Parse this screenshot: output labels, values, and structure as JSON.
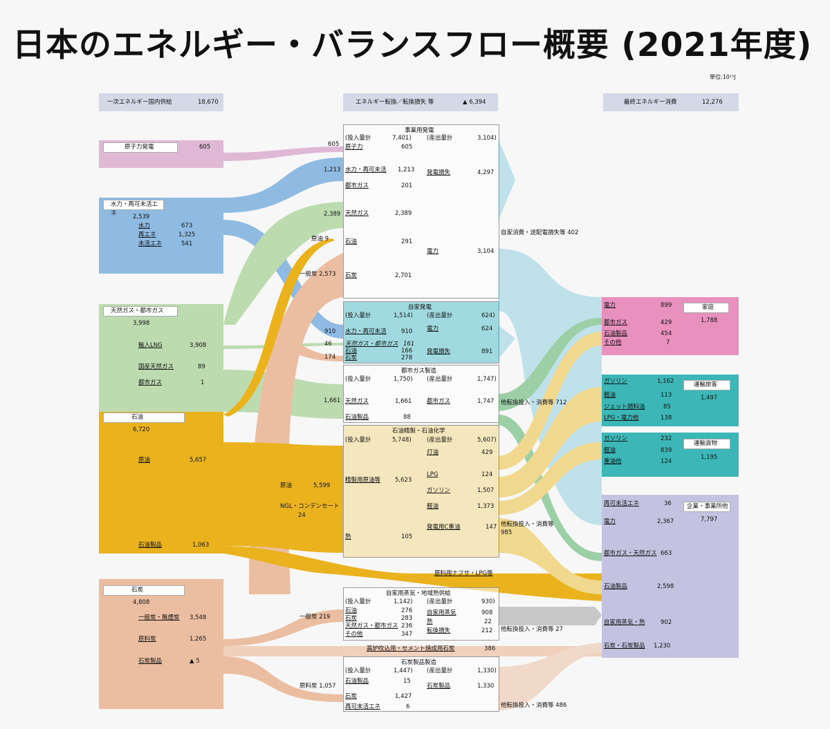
{
  "title": "日本のエネルギー・バランスフロー概要 (2021年度)",
  "unit": "単位:10¹⁵J",
  "colors": {
    "nuclear": "#dfb8d5",
    "hydro": "#8fbbe3",
    "gas": "#bcdcb0",
    "oil": "#eab31e",
    "coal": "#ecbea1",
    "elec": "#bfe1ea",
    "steam": "#c8c8c8"
  },
  "headers": {
    "supply": {
      "label": "一次エネルギー国内供給",
      "value": "18,670"
    },
    "conversion": {
      "label": "エネルギー転換／転換損失 等",
      "value": "▲ 6,394"
    },
    "final": {
      "label": "最終エネルギー消費",
      "value": "12,276"
    }
  },
  "sources": {
    "nuclear": {
      "label": "原子力発電",
      "value": "605"
    },
    "hydro": {
      "label": "水力・再可未活エネ",
      "value": "2,539",
      "items": [
        {
          "name": "水力",
          "value": "673"
        },
        {
          "name": "再エネ",
          "value": "1,325"
        },
        {
          "name": "未活エネ",
          "value": "541"
        }
      ]
    },
    "gas": {
      "label": "天然ガス・都市ガス",
      "value": "3,998",
      "items": [
        {
          "name": "輸入LNG",
          "value": "3,908"
        },
        {
          "name": "国産天然ガス",
          "value": "89"
        },
        {
          "name": "都市ガス",
          "value": "1"
        }
      ]
    },
    "oil": {
      "label": "石油",
      "value": "6,720",
      "items": [
        {
          "name": "原油",
          "value": "5,657"
        },
        {
          "name": "石油製品",
          "value": "1,063"
        }
      ]
    },
    "coal": {
      "label": "石炭",
      "value": "4,808",
      "items": [
        {
          "name": "一般炭・無煙炭",
          "value": "3,548"
        },
        {
          "name": "原料炭",
          "value": "1,265"
        },
        {
          "name": "石炭製品",
          "value": "▲ 5"
        }
      ]
    }
  },
  "flow_labels": {
    "f605": "605",
    "f1213": "1,213",
    "f2389": "2,389",
    "crude9": "原油  9",
    "coal2573": "一般炭  2,573",
    "f910": "910",
    "f46": "46",
    "f174": "174",
    "f1661": "1,661",
    "crude": "原油",
    "crude_v": "5,599",
    "ngl": "NGL・コンデンセート",
    "ngl_v": "24",
    "coal219": "一般炭  219",
    "coking": "原料炭  1,057"
  },
  "processes": {
    "utility": {
      "title": "事業用発電",
      "in_label": "(投入量計",
      "in_value": "7,401)",
      "out_label": "(産出量計",
      "out_value": "3,104)",
      "inputs": [
        {
          "name": "原子力",
          "value": "605"
        },
        {
          "name": "水力・再可未活",
          "value": "1,213"
        },
        {
          "name": "都市ガス",
          "value": "201"
        },
        {
          "name": "天然ガス",
          "value": "2,389"
        },
        {
          "name": "石油",
          "value": "291"
        },
        {
          "name": "石炭",
          "value": "2,701"
        }
      ],
      "outputs": [
        {
          "name": "発電損失",
          "value": "4,297"
        },
        {
          "name": "電力",
          "value": "3,104"
        }
      ]
    },
    "auto": {
      "title": "自家発電",
      "in_label": "(投入量計",
      "in_value": "1,514)",
      "out_label": "(産出量計",
      "out_value": "624)",
      "inputs": [
        {
          "name": "水力・再可未活",
          "value": "910"
        },
        {
          "name": "天然ガス・都市ガス",
          "value": "161"
        },
        {
          "name": "石油",
          "value": "166"
        },
        {
          "name": "石炭",
          "value": "278"
        }
      ],
      "outputs": [
        {
          "name": "電力",
          "value": "624"
        },
        {
          "name": "発電損失",
          "value": "891"
        }
      ]
    },
    "citygas": {
      "title": "都市ガス製造",
      "in_label": "(投入量計",
      "in_value": "1,750)",
      "out_label": "(産出量計",
      "out_value": "1,747)",
      "inputs": [
        {
          "name": "天然ガス",
          "value": "1,661"
        },
        {
          "name": "石油製品",
          "value": "88"
        }
      ],
      "outputs": [
        {
          "name": "都市ガス",
          "value": "1,747"
        }
      ]
    },
    "refinery": {
      "title": "石油精製・石油化学",
      "in_label": "(投入量計",
      "in_value": "5,748)",
      "out_label": "(産出量計",
      "out_value": "5,607)",
      "inputs": [
        {
          "name": "精製用原油等",
          "value": "5,623"
        },
        {
          "name": "熱",
          "value": "105"
        }
      ],
      "outputs": [
        {
          "name": "灯油",
          "value": "429"
        },
        {
          "name": "LPG",
          "value": "124"
        },
        {
          "name": "ガソリン",
          "value": "1,507"
        },
        {
          "name": "軽油",
          "value": "1,373"
        },
        {
          "name": "発電用C重油",
          "value": "147"
        }
      ]
    },
    "steam": {
      "title": "自家用蒸気・地域熱供給",
      "in_label": "(投入量計",
      "in_value": "1,142)",
      "out_label": "(産出量計",
      "out_value": "930)",
      "inputs": [
        {
          "name": "石油",
          "value": "276"
        },
        {
          "name": "石炭",
          "value": "283"
        },
        {
          "name": "天然ガス・都市ガス",
          "value": "236"
        },
        {
          "name": "その他",
          "value": "347"
        }
      ],
      "outputs": [
        {
          "name": "自家用蒸気",
          "value": "908"
        },
        {
          "name": "熱",
          "value": "22"
        },
        {
          "name": "転換損失",
          "value": "212"
        }
      ]
    },
    "coalprod": {
      "title": "石炭製品製造",
      "in_label": "(投入量計",
      "in_value": "1,447)",
      "out_label": "(産出量計",
      "out_value": "1,330)",
      "inputs": [
        {
          "name": "石油製品",
          "value": "15"
        },
        {
          "name": "石炭",
          "value": "1,427"
        },
        {
          "name": "再可未活エネ",
          "value": "6"
        }
      ],
      "outputs": [
        {
          "name": "石炭製品",
          "value": "1,330"
        }
      ]
    }
  },
  "mid_labels": {
    "own_use": "自家消費・送配電損失等  402",
    "other1": "他転換投入・消費等  712",
    "other2": "他転換投入・消費等",
    "other2_v": "985",
    "naphtha": "原料用ナフサ・LPG等",
    "other3": "他転換投入・消費等  27",
    "blast": "高炉吹込用・セメント焼成用石炭",
    "blast_v": "386",
    "other4": "他転換投入・消費等  486"
  },
  "sectors": {
    "household": {
      "label": "家庭",
      "value": "1,788",
      "items": [
        {
          "name": "電力",
          "value": "899"
        },
        {
          "name": "都市ガス",
          "value": "429"
        },
        {
          "name": "石油製品",
          "value": "454"
        },
        {
          "name": "その他",
          "value": "7"
        }
      ]
    },
    "passenger": {
      "label": "運輸旅客",
      "value": "1,497",
      "items": [
        {
          "name": "ガソリン",
          "value": "1,162"
        },
        {
          "name": "軽油",
          "value": "113"
        },
        {
          "name": "ジェット燃料油",
          "value": "85"
        },
        {
          "name": "LPG・電力他",
          "value": "138"
        }
      ]
    },
    "freight": {
      "label": "運輸貨物",
      "value": "1,195",
      "items": [
        {
          "name": "ガソリン",
          "value": "232"
        },
        {
          "name": "軽油",
          "value": "839"
        },
        {
          "name": "重油他",
          "value": "124"
        }
      ]
    },
    "business": {
      "label": "企業・事業所他",
      "value": "7,797",
      "items": [
        {
          "name": "再可未活エネ",
          "value": "36"
        },
        {
          "name": "電力",
          "value": "2,367"
        },
        {
          "name": "都市ガス・天然ガス",
          "value": "663"
        },
        {
          "name": "石油製品",
          "value": "2,598"
        },
        {
          "name": "自家用蒸気・熱",
          "value": "902"
        },
        {
          "name": "石炭・石炭製品",
          "value": "1,230"
        }
      ]
    }
  }
}
